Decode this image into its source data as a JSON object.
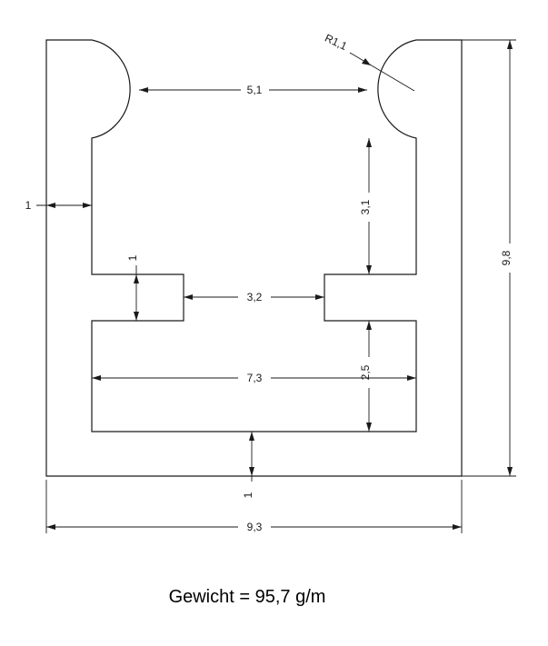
{
  "drawing": {
    "dimensions": {
      "inner_top_width": "5,1",
      "radius": "R1,1",
      "side_wall": "1",
      "slot_height": "1",
      "upper_inner_height": "3,1",
      "slot_gap": "3,2",
      "lower_inner_width": "7,3",
      "lower_inner_height": "2,5",
      "overall_height": "9,8",
      "bottom_wall": "1",
      "overall_width": "9,3"
    },
    "weight_label": "Gewicht = 95,7 g/m"
  }
}
